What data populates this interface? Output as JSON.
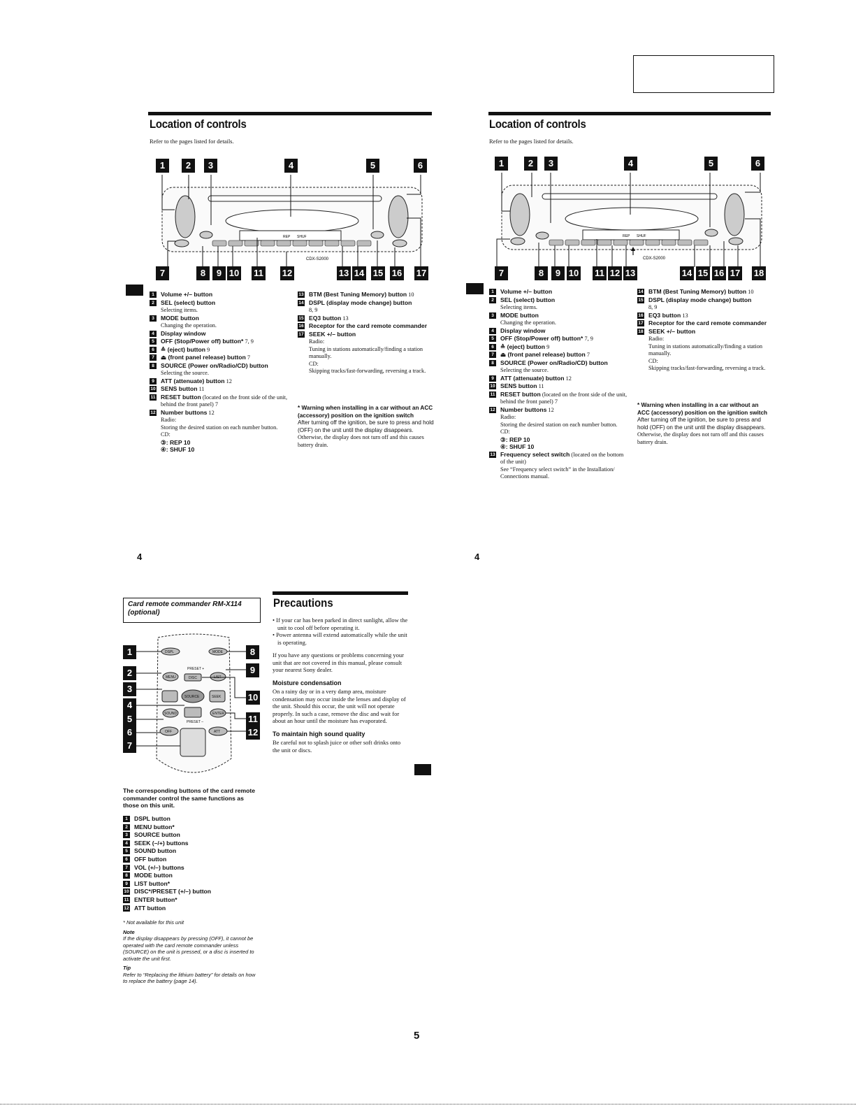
{
  "top_box": "",
  "left_panel": {
    "title": "Location of controls",
    "intro": "Refer to the pages listed for details.",
    "top_callouts": [
      "1",
      "2",
      "3",
      "4",
      "5",
      "6"
    ],
    "bottom_callouts": [
      "7",
      "8",
      "9",
      "10",
      "11",
      "12",
      "13",
      "14",
      "15",
      "16",
      "17"
    ],
    "model": "CDX-S2000",
    "unit_labels": {
      "rep": "REP",
      "shuf": "SHUF"
    },
    "col1": [
      {
        "n": "1",
        "t": "Volume +/– button",
        "p": ""
      },
      {
        "n": "2",
        "t": "SEL (select) button",
        "p": "",
        "d": [
          "Selecting items."
        ]
      },
      {
        "n": "3",
        "t": "MODE button",
        "p": "",
        "d": [
          "Changing the operation."
        ]
      },
      {
        "n": "4",
        "t": "Display window",
        "p": ""
      },
      {
        "n": "5",
        "t": "OFF (Stop/Power off) button*",
        "p": " 7, 9"
      },
      {
        "n": "6",
        "t": "≙ (eject) button",
        "p": " 9"
      },
      {
        "n": "7",
        "t": "⏏ (front panel release) button",
        "p": " 7"
      },
      {
        "n": "8",
        "t": "SOURCE (Power on/Radio/CD) button",
        "p": "",
        "d": [
          "Selecting the source."
        ]
      },
      {
        "n": "9",
        "t": "ATT (attenuate) button",
        "p": " 12"
      },
      {
        "n": "10",
        "t": "SENS button",
        "p": " 11"
      },
      {
        "n": "11",
        "t": "RESET button",
        "p": " (located on the front side of the unit, behind the front panel) 7"
      },
      {
        "n": "12",
        "t": "Number buttons",
        "p": " 12",
        "d": [
          "Radio:",
          "Storing the desired station on each number button.",
          "CD:",
          "③: REP 10",
          "④: SHUF 10"
        ]
      }
    ],
    "col2": [
      {
        "n": "13",
        "t": "BTM (Best Tuning Memory) button",
        "p": " 10"
      },
      {
        "n": "14",
        "t": "DSPL (display mode change) button",
        "p": "",
        "d": [
          "8, 9"
        ]
      },
      {
        "n": "15",
        "t": "EQ3 button",
        "p": " 13"
      },
      {
        "n": "16",
        "t": "Receptor for the card remote commander",
        "p": ""
      },
      {
        "n": "17",
        "t": "SEEK +/– button",
        "p": "",
        "d": [
          "Radio:",
          "Tuning in stations automatically/finding a station manually.",
          "CD:",
          "Skipping tracks/fast-forwarding, reversing a track."
        ]
      }
    ],
    "warning_title": "* Warning when installing in a car without an ACC (accessory) position on the ignition switch",
    "warning_body": "After turning off the ignition, be sure to press and hold (OFF) on the unit until the display disappears.",
    "warning_tail": "Otherwise, the display does not turn off and this causes battery drain.",
    "page": "4"
  },
  "right_panel": {
    "title": "Location of controls",
    "intro": "Refer to the pages listed for details.",
    "top_callouts": [
      "1",
      "2",
      "3",
      "4",
      "5",
      "6"
    ],
    "bottom_callouts": [
      "7",
      "8",
      "9",
      "10",
      "11",
      "12",
      "13",
      "14",
      "15",
      "16",
      "17",
      "18"
    ],
    "model": "CDX-S2000",
    "unit_labels": {
      "rep": "REP",
      "shuf": "SHUF"
    },
    "col1": [
      {
        "n": "1",
        "t": "Volume +/– button",
        "p": ""
      },
      {
        "n": "2",
        "t": "SEL (select) button",
        "p": "",
        "d": [
          "Selecting items."
        ]
      },
      {
        "n": "3",
        "t": "MODE button",
        "p": "",
        "d": [
          "Changing the operation."
        ]
      },
      {
        "n": "4",
        "t": "Display window",
        "p": ""
      },
      {
        "n": "5",
        "t": "OFF (Stop/Power off) button*",
        "p": " 7, 9"
      },
      {
        "n": "6",
        "t": "≙ (eject) button",
        "p": " 9"
      },
      {
        "n": "7",
        "t": "⏏ (front panel release) button",
        "p": " 7"
      },
      {
        "n": "8",
        "t": "SOURCE (Power on/Radio/CD) button",
        "p": "",
        "d": [
          "Selecting the source."
        ]
      },
      {
        "n": "9",
        "t": "ATT (attenuate) button",
        "p": " 12"
      },
      {
        "n": "10",
        "t": "SENS button",
        "p": " 11"
      },
      {
        "n": "11",
        "t": "RESET button",
        "p": " (located on the front side of the unit, behind the front panel) 7"
      },
      {
        "n": "12",
        "t": "Number buttons",
        "p": " 12",
        "d": [
          "Radio:",
          "Storing the desired station on each number button.",
          "CD:",
          "③: REP 10",
          "④: SHUF 10"
        ]
      },
      {
        "n": "13",
        "t": "Frequency select switch",
        "p": " (located on the bottom of the unit)",
        "d": [
          "See “Frequency select switch” in the Installation/ Connections manual."
        ]
      }
    ],
    "col2": [
      {
        "n": "14",
        "t": "BTM (Best Tuning Memory) button",
        "p": " 10"
      },
      {
        "n": "15",
        "t": "DSPL (display mode change) button",
        "p": "",
        "d": [
          "8, 9"
        ]
      },
      {
        "n": "16",
        "t": "EQ3 button",
        "p": " 13"
      },
      {
        "n": "17",
        "t": "Receptor for the card remote commander",
        "p": ""
      },
      {
        "n": "18",
        "t": "SEEK +/– button",
        "p": "",
        "d": [
          "Radio:",
          "Tuning in stations automatically/finding a station manually.",
          "CD:",
          "Skipping tracks/fast-forwarding, reversing a track."
        ]
      }
    ],
    "warning_title": "* Warning when installing in a car without an ACC (accessory) position on the ignition switch",
    "warning_body": "After turning off the ignition, be sure to press and hold (OFF) on the unit until the display disappears.",
    "warning_tail": "Otherwise, the display does not turn off and this causes battery drain.",
    "page": "4"
  },
  "remote": {
    "box_title": "Card remote commander RM-X114 (optional)",
    "left_callouts": [
      "1",
      "2",
      "3",
      "4",
      "5",
      "6",
      "7"
    ],
    "right_callouts": [
      "8",
      "9",
      "10",
      "11",
      "12"
    ],
    "button_labels": [
      "DSPL",
      "MODE",
      "PRESET +",
      "MENU",
      "LIST",
      "DISC",
      "SOURCE",
      "SEEK",
      "SOUND",
      "ENTER",
      "PRESET –",
      "OFF",
      "ATT"
    ],
    "caption": "The corresponding buttons of the card remote commander control the same functions as those on this unit.",
    "items": [
      {
        "n": "1",
        "t": "DSPL button"
      },
      {
        "n": "2",
        "t": "MENU button*"
      },
      {
        "n": "3",
        "t": "SOURCE button"
      },
      {
        "n": "4",
        "t": "SEEK (–/+) buttons"
      },
      {
        "n": "5",
        "t": "SOUND button"
      },
      {
        "n": "6",
        "t": "OFF button"
      },
      {
        "n": "7",
        "t": "VOL (+/–) buttons"
      },
      {
        "n": "8",
        "t": "MODE button"
      },
      {
        "n": "9",
        "t": "LIST button*"
      },
      {
        "n": "10",
        "t": "DISC*/PRESET (+/–) button"
      },
      {
        "n": "11",
        "t": "ENTER button*"
      },
      {
        "n": "12",
        "t": "ATT button"
      }
    ],
    "footnote": "* Not available for this unit",
    "note_title": "Note",
    "note": "If the display disappears by pressing (OFF), it cannot be operated with the card remote commander unless (SOURCE) on the unit is pressed, or a disc is inserted to activate the unit first.",
    "tip_title": "Tip",
    "tip": "Refer to “Replacing the lithium battery” for details on how to replace the battery (page 14)."
  },
  "precautions": {
    "title": "Precautions",
    "bullets": [
      "If your car has been parked in direct sunlight, allow the unit to cool off before operating it.",
      "Power antenna will extend automatically while the unit is operating."
    ],
    "para": "If you have any questions or problems concerning your unit that are not covered in this manual, please consult your nearest Sony dealer.",
    "moisture_title": "Moisture condensation",
    "moisture": "On a rainy day or in a very damp area, moisture condensation may occur inside the lenses and display of the unit. Should this occur, the unit will not operate properly. In such a case, remove the disc and wait for about an hour until the moisture has evaporated.",
    "sound_title": "To maintain high sound quality",
    "sound": "Be careful not to splash juice or other soft drinks onto the unit or discs."
  },
  "page_bottom": "5"
}
